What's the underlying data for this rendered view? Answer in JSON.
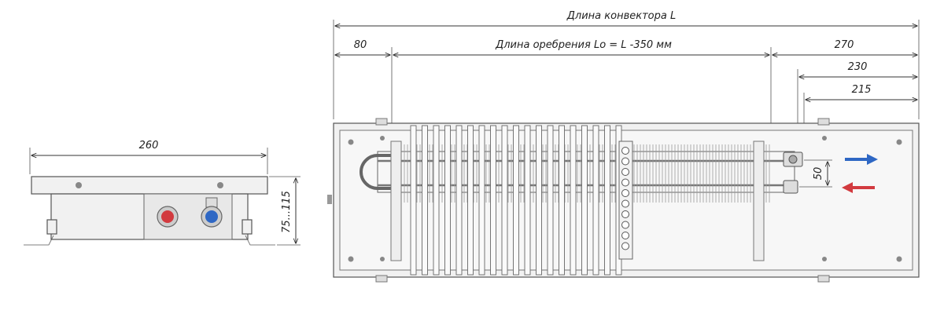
{
  "side_view": {
    "width_label": "260",
    "height_label": "75...115"
  },
  "top_view": {
    "total_length_label": "Длина конвектора L",
    "fin_length_label": "Длина оребрения Lo = L -350 мм",
    "left_offset_label": "80",
    "right_offset_label": "270",
    "pipe_offset_1_label": "230",
    "pipe_offset_2_label": "215",
    "pipe_spacing_label": "50"
  },
  "colors": {
    "supply": "#d23a3f",
    "return": "#2e67c4",
    "body_fill": "#f1f1f1",
    "outline": "#555555"
  }
}
